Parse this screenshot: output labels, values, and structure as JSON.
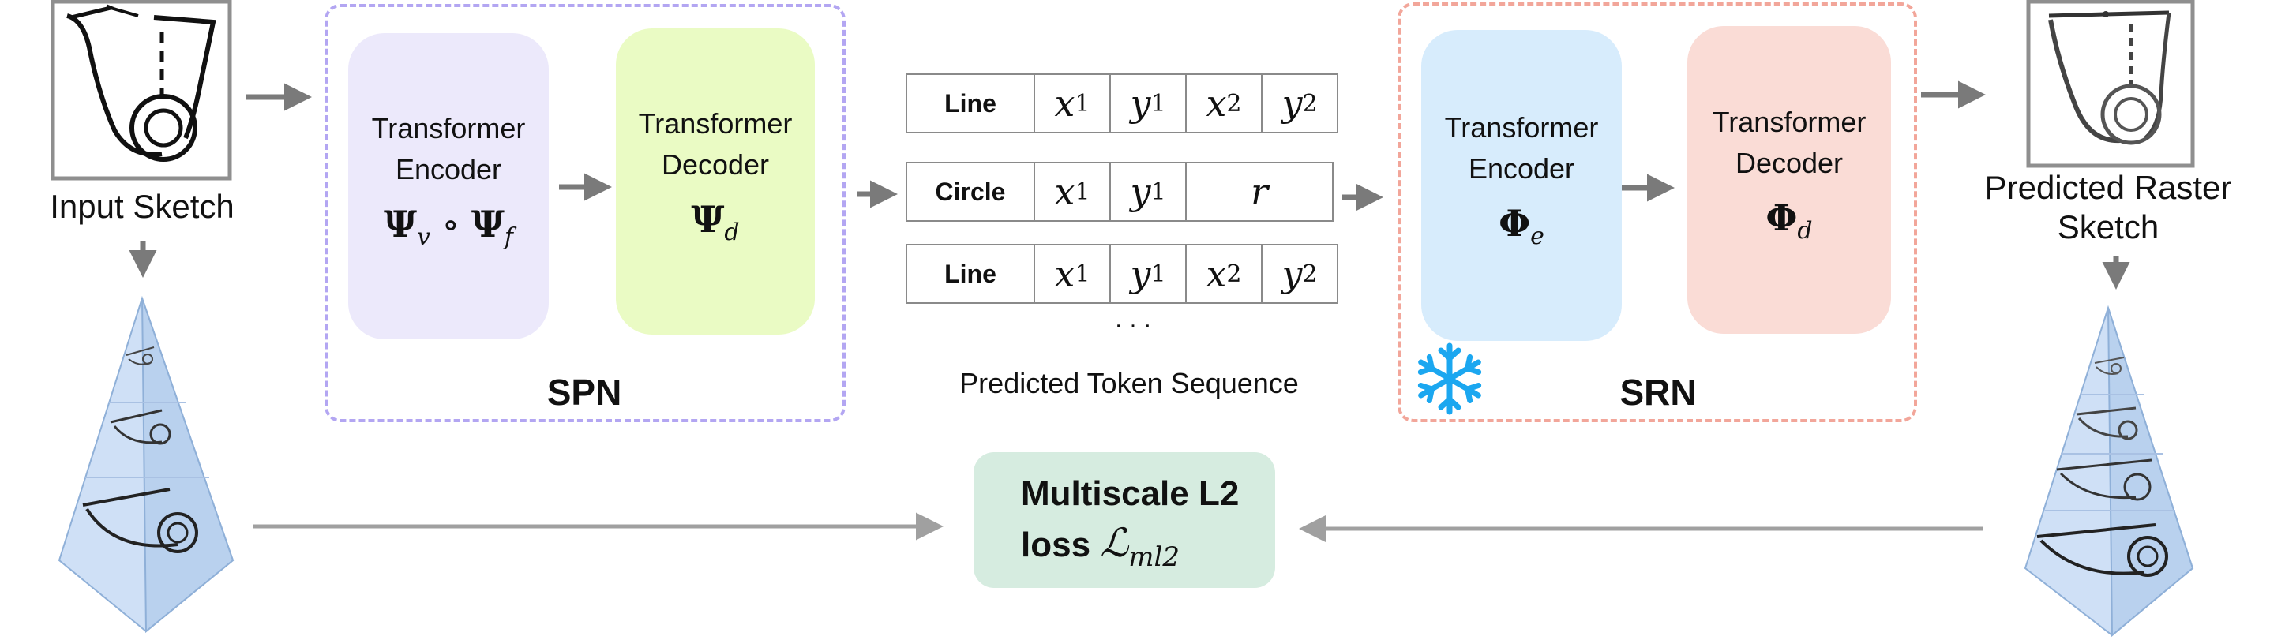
{
  "input": {
    "caption": "Input Sketch"
  },
  "output": {
    "caption_line1": "Predicted Raster",
    "caption_line2": "Sketch"
  },
  "spn": {
    "label": "SPN",
    "border_color": "#b3a6f2",
    "encoder": {
      "line1": "Transformer",
      "line2": "Encoder",
      "math": "Ψv ∘ Ψf",
      "fill": "#ece9fb"
    },
    "decoder": {
      "line1": "Transformer",
      "line2": "Decoder",
      "math": "Ψd",
      "fill": "#eafbc4"
    }
  },
  "srn": {
    "label": "SRN",
    "border_color": "#f2a69a",
    "frozen_icon": "snowflake-icon",
    "encoder": {
      "line1": "Transformer",
      "line2": "Encoder",
      "math": "Φe",
      "fill": "#d7ecfc"
    },
    "decoder": {
      "line1": "Transformer",
      "line2": "Decoder",
      "math": "Φd",
      "fill": "#fadcd6"
    }
  },
  "tokens": {
    "rows": [
      {
        "type": "Line",
        "cells": [
          "x1",
          "y1",
          "x2",
          "y2"
        ]
      },
      {
        "type": "Circle",
        "cells": [
          "x1",
          "y1",
          "r"
        ]
      },
      {
        "type": "Line",
        "cells": [
          "x1",
          "y1",
          "x2",
          "y2"
        ]
      }
    ],
    "ellipsis": "· · ·",
    "caption": "Predicted Token Sequence"
  },
  "loss": {
    "line1": "Multiscale L2",
    "line2_text": "loss",
    "line2_math": "ℒml2",
    "fill": "#d6ece0"
  },
  "arrow_color": "#7a7a7a"
}
